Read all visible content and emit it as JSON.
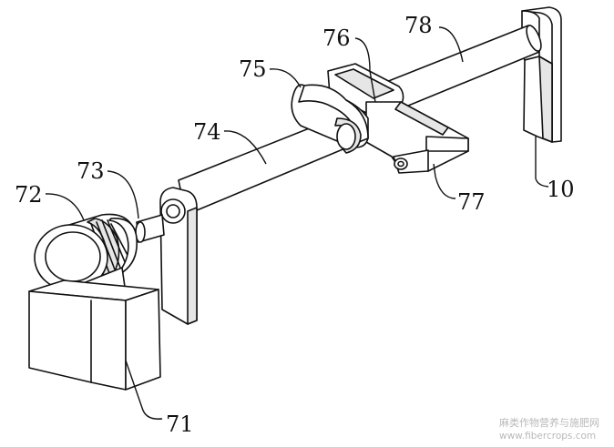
{
  "labels": {
    "l10": "10",
    "l71": "71",
    "l72": "72",
    "l73": "73",
    "l74": "74",
    "l75": "75",
    "l76": "76",
    "l77": "77",
    "l78": "78"
  },
  "watermark": {
    "line1": "麻类作物营养与施肥网",
    "line2": "www.fibercrops.com"
  }
}
